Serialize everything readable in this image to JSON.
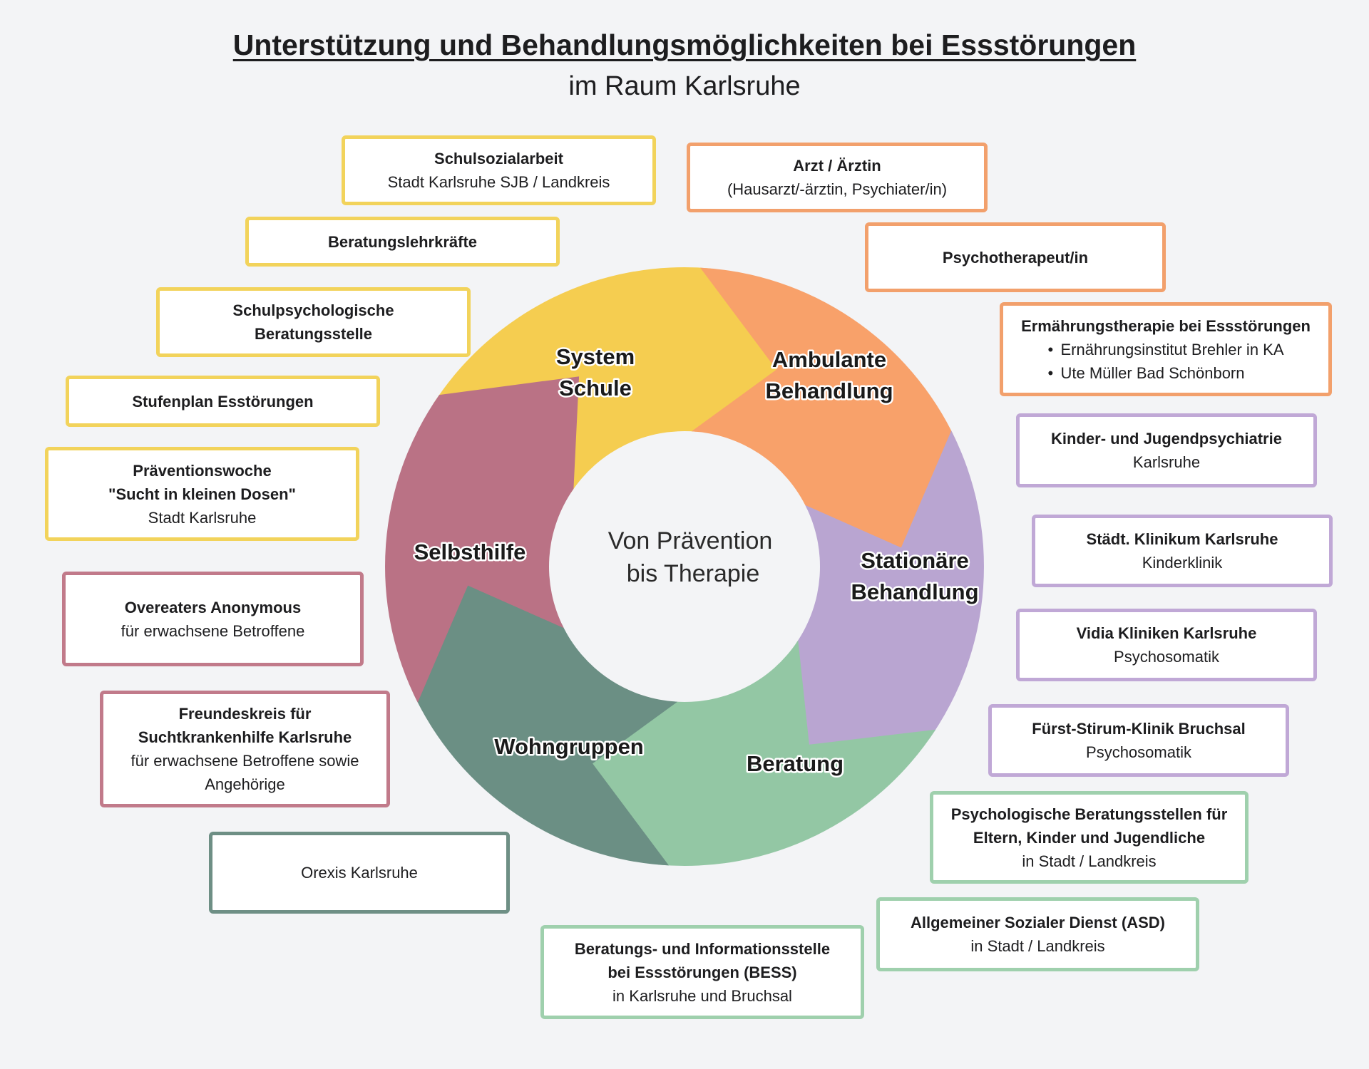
{
  "title": "Unterstützung und Behandlungsmöglichkeiten bei Essstörungen",
  "subtitle": "im Raum Karlsruhe",
  "center": {
    "line1": "Von Prävention",
    "line2": "bis Therapie"
  },
  "colors": {
    "system_schule": "#f5cd50",
    "ambulante_behandlung": "#f8a16a",
    "stationaere_behandlung": "#b9a5d1",
    "beratung": "#93c7a4",
    "wohngruppen": "#6b8f84",
    "selbsthilfe": "#ba7285"
  },
  "segments": {
    "system_schule": {
      "line1": "System",
      "line2": "Schule"
    },
    "ambulante": {
      "line1": "Ambulante",
      "line2": "Behandlung"
    },
    "stationaer": {
      "line1": "Stationäre",
      "line2": "Behandlung"
    },
    "beratung": {
      "line1": "Beratung"
    },
    "wohngruppen": {
      "line1": "Wohngruppen"
    },
    "selbsthilfe": {
      "line1": "Selbsthilfe"
    }
  },
  "boxes": {
    "schulsozialarbeit": {
      "title": "Schulsozialarbeit",
      "sub": "Stadt Karlsruhe SJB / Landkreis"
    },
    "beratungslehrkraefte": {
      "title": "Beratungslehrkräfte"
    },
    "schulpsych": {
      "title1": "Schulpsychologische",
      "title2": "Beratungsstelle"
    },
    "stufenplan": {
      "title": "Stufenplan Esstörungen"
    },
    "praeventionswoche": {
      "title1": "Präventionswoche",
      "title2": "\"Sucht in kleinen Dosen\"",
      "sub": "Stadt Karlsruhe"
    },
    "arzt": {
      "title": "Arzt / Ärztin",
      "sub": "(Hausarzt/-ärztin, Psychiater/in)"
    },
    "psychotherapeut": {
      "title": "Psychotherapeut/in"
    },
    "ernaehrung": {
      "title": "Ermährungstherapie bei Essstörungen",
      "items": [
        "Ernährungsinstitut Brehler in KA",
        "Ute Müller Bad Schönborn"
      ]
    },
    "kjp": {
      "title": "Kinder- und Jugendpsychiatrie",
      "sub": "Karlsruhe"
    },
    "klinikum": {
      "title": "Städt. Klinikum Karlsruhe",
      "sub": "Kinderklinik"
    },
    "vidia": {
      "title": "Vidia Kliniken Karlsruhe",
      "sub": "Psychosomatik"
    },
    "fuerst": {
      "title": "Fürst-Stirum-Klinik Bruchsal",
      "sub": "Psychosomatik"
    },
    "psychberatung": {
      "title1": "Psychologische Beratungsstellen für",
      "title2": "Eltern, Kinder und Jugendliche",
      "sub": "in Stadt / Landkreis"
    },
    "asd": {
      "title": "Allgemeiner Sozialer Dienst (ASD)",
      "sub": "in Stadt / Landkreis"
    },
    "bess": {
      "title1": "Beratungs- und Informationsstelle",
      "title2": "bei Essstörungen (BESS)",
      "sub": "in Karlsruhe und Bruchsal"
    },
    "orexis": {
      "sub": "Orexis Karlsruhe"
    },
    "overeaters": {
      "title": "Overeaters Anonymous",
      "sub": "für erwachsene Betroffene"
    },
    "freundeskreis": {
      "title1": "Freundeskreis für",
      "title2": "Suchtkrankenhilfe Karlsruhe",
      "sub1": "für erwachsene Betroffene sowie",
      "sub2": "Angehörige"
    }
  }
}
